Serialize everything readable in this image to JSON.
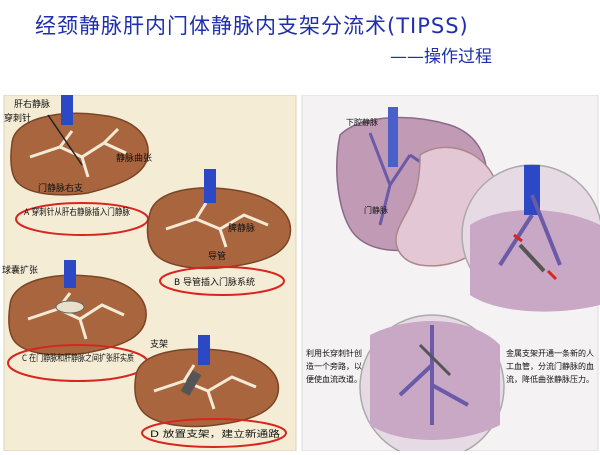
{
  "title": "经颈静脉肝内门体静脉内支架分流术(TIPSS)",
  "subtitle": "——操作过程",
  "left_panel": {
    "labels": {
      "hepatic_vein_right": "肝右静脉",
      "puncture_needle": "穿刺针",
      "portal_vein_arch": "静脉曲张",
      "portal_right_branch": "门静脉右支",
      "splenic_vein": "脾静脉",
      "catheter": "导管",
      "balloon": "球囊扩张",
      "stent": "支架"
    },
    "steps": [
      {
        "label": "A 穿刺针从肝右静脉插入门静脉"
      },
      {
        "label": "B 导管插入门脉系统"
      },
      {
        "label": "C 在门静脉和肝静脉之间扩张肝实质"
      },
      {
        "label": "D 放置支架，建立新通路"
      }
    ]
  },
  "right_panel": {
    "labels": {
      "ivc": "下腔静脉",
      "portal": "门静脉"
    },
    "caption_left": "利用长穿刺针创造一个旁路，以便使血流改道。",
    "caption_right": "金属支架开通一条新的人工血管，分流门静脉的血流，降低曲张静脉压力。"
  },
  "colors": {
    "title": "#1f2fae",
    "liver": "#a9663e",
    "vein": "#2c48c4",
    "oval": "#d8261f",
    "left_bg": "#f5ecd6",
    "right_bg": "#f4f2f3"
  }
}
